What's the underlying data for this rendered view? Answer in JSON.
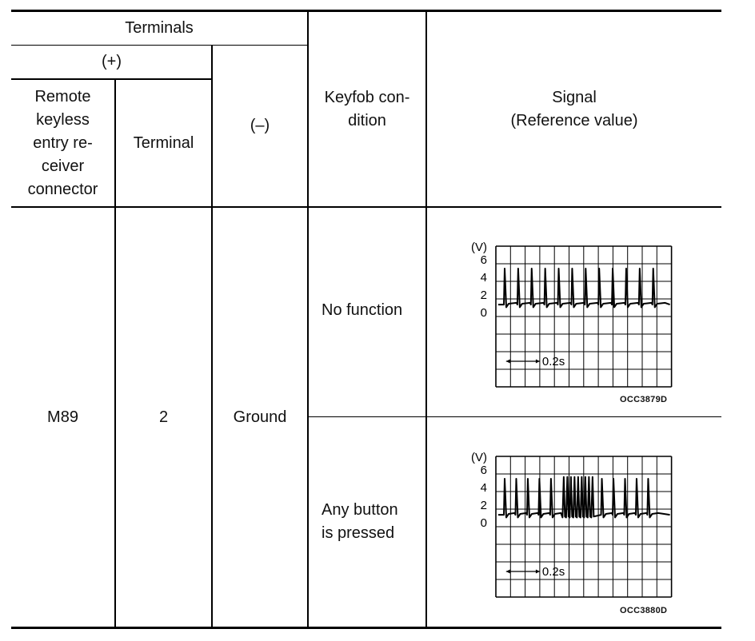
{
  "table": {
    "header": {
      "terminals": "Terminals",
      "plus": "(+)",
      "connector_lines": [
        "Remote",
        "keyless",
        "entry re-",
        "ceiver",
        "connector"
      ],
      "terminal": "Terminal",
      "minus": "(–)",
      "keyfob_lines": [
        "Keyfob con-",
        "dition"
      ],
      "signal_lines": [
        "Signal",
        "(Reference value)"
      ]
    },
    "row": {
      "connector": "M89",
      "terminal": "2",
      "minus": "Ground"
    },
    "conditions": [
      {
        "label_lines": [
          "No function"
        ],
        "scope": {
          "unit": "(V)",
          "y_ticks": [
            "6",
            "4",
            "2",
            "0"
          ],
          "time_div": "0.2s",
          "code": "OCC3879D",
          "pulse_count": 12,
          "burst_pulses": 0
        }
      },
      {
        "label_lines": [
          "Any button",
          "is pressed"
        ],
        "scope": {
          "unit": "(V)",
          "y_ticks": [
            "6",
            "4",
            "2",
            "0"
          ],
          "time_div": "0.2s",
          "code": "OCC3880D",
          "pulse_count": 11,
          "burst_pulses": 9
        }
      }
    ]
  }
}
